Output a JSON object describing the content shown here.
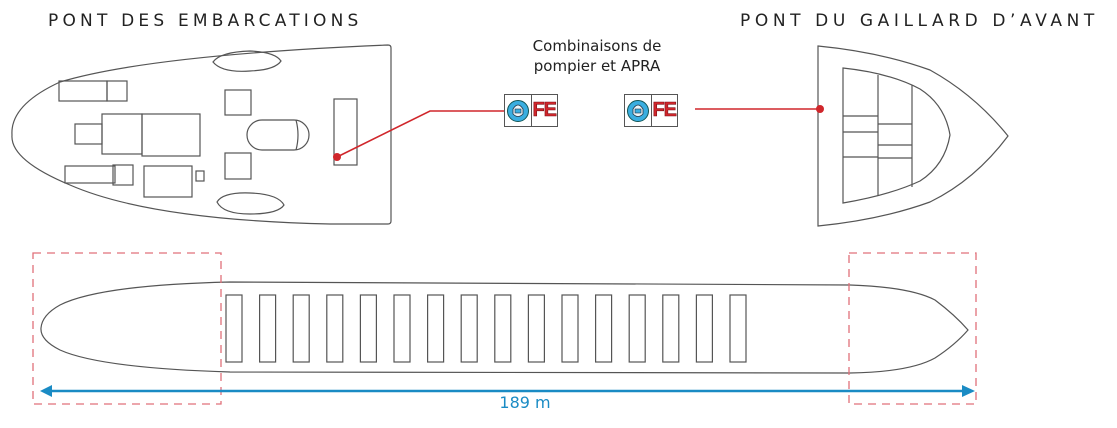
{
  "diagram": {
    "left_deck_title": "PONT DES EMBARCATIONS",
    "right_deck_title": "PONT DU GAILLARD D’AVANT",
    "equipment_caption_line1": "Combinaisons de",
    "equipment_caption_line2": "pompier et APRA",
    "equipment_icons": [
      {
        "icon": "breathing-apparatus-icon",
        "label": "FE"
      },
      {
        "icon": "breathing-apparatus-icon",
        "label": "FE"
      }
    ],
    "ship_length_label": "189 m",
    "cargo_hatch_count": 16,
    "colors": {
      "callout_line": "#d0262b",
      "dimension_arrow": "#1a8bc4",
      "highlight_box": "#e0707a",
      "outline": "#444444",
      "icon_fill": "#3aaee0",
      "fe_text": "#d0262b"
    }
  }
}
